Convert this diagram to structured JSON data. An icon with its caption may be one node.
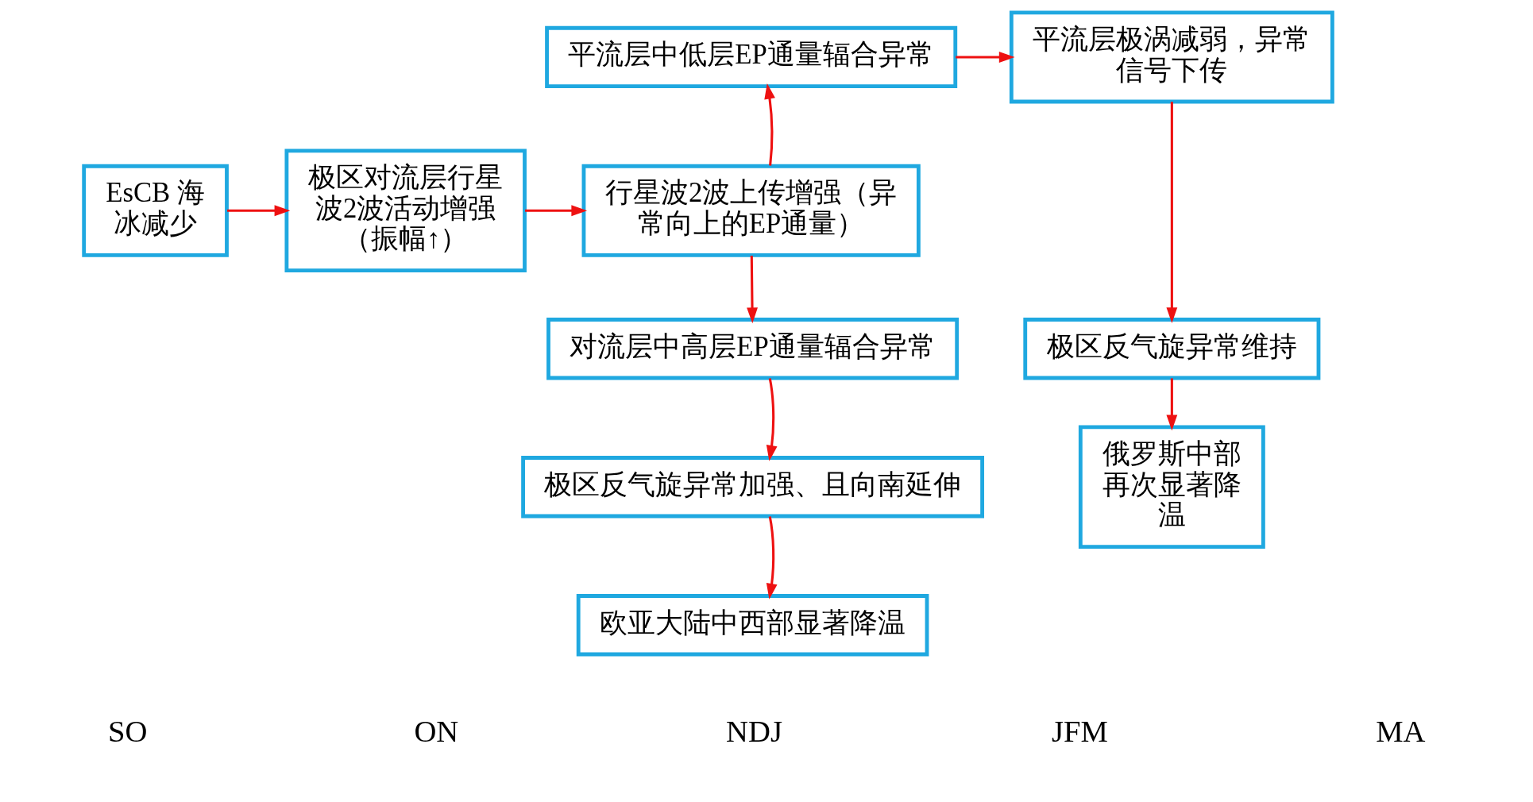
{
  "diagram": {
    "nodes": [
      {
        "text": [
          "EsCB 海冰减少"
        ]
      },
      {
        "text": [
          "极区对流层行星波2波活动增强（振幅↑）"
        ]
      },
      {
        "text": [
          "行星波2波上传增强（异常向上的EP通量）"
        ]
      },
      {
        "text": [
          "平流层中低层EP通量辐合异常"
        ]
      },
      {
        "text": [
          "对流层中高层EP通量辐合异常"
        ]
      },
      {
        "text": [
          "极区反气旋异常加强、且向南延伸"
        ]
      },
      {
        "text": [
          "欧亚大陆中西部显著降温"
        ]
      },
      {
        "text": [
          "平流层极涡减弱，异常信号下传"
        ]
      },
      {
        "text": [
          "极区反气旋异常维持"
        ]
      },
      {
        "text": [
          "俄罗斯中部再次显著降温"
        ]
      }
    ],
    "edges": [
      {
        "from": 0,
        "to": 1,
        "arrow": "to"
      },
      {
        "from": 1,
        "to": 2,
        "arrow": "to"
      },
      {
        "from": 2,
        "to": 3,
        "arrow": "to"
      },
      {
        "from": 2,
        "to": 4,
        "arrow": "to"
      },
      {
        "from": 4,
        "to": 5,
        "arrow": "to"
      },
      {
        "from": 5,
        "to": 6,
        "arrow": "to"
      },
      {
        "from": 3,
        "to": 7,
        "arrow": "to"
      },
      {
        "from": 7,
        "to": 8,
        "arrow": "to"
      },
      {
        "from": 8,
        "to": 9,
        "arrow": "to"
      }
    ],
    "labels": [
      "SO",
      "ON",
      "NDJ",
      "JFM",
      "MA"
    ]
  }
}
